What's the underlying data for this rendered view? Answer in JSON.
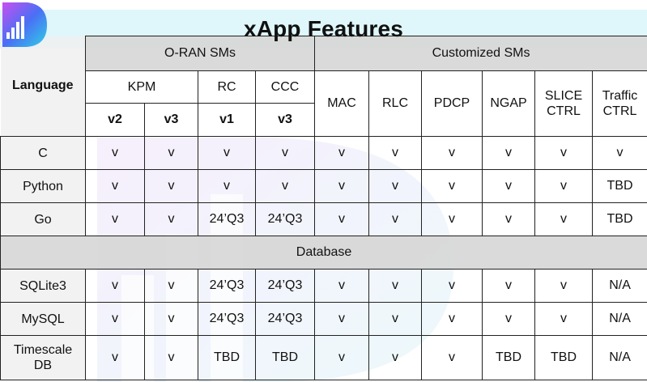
{
  "title": "xApp Features",
  "logo_icon": "signal-bars-logo",
  "colors": {
    "title_band": "#dff6fa",
    "group_header": "#d7d7d7",
    "row_label": "#f0f0f0",
    "border": "#222222",
    "logo": "#3b6df2"
  },
  "header": {
    "language": "Language",
    "oran_sms": "O-RAN SMs",
    "custom_sms": "Customized SMs",
    "kpm": "KPM",
    "rc": "RC",
    "ccc": "CCC",
    "kpm_v2": "v2",
    "kpm_v3": "v3",
    "rc_v1": "v1",
    "ccc_v3": "v3",
    "mac": "MAC",
    "rlc": "RLC",
    "pdcp": "PDCP",
    "ngap": "NGAP",
    "slice_ctrl": [
      "SLICE",
      "CTRL"
    ],
    "traffic_ctrl": [
      "Traffic",
      "CTRL"
    ]
  },
  "language_rows": [
    {
      "name": [
        "C"
      ],
      "values": [
        "v",
        "v",
        "v",
        "v",
        "v",
        "v",
        "v",
        "v",
        "v",
        "v"
      ]
    },
    {
      "name": [
        "Python"
      ],
      "values": [
        "v",
        "v",
        "v",
        "v",
        "v",
        "v",
        "v",
        "v",
        "v",
        "TBD"
      ]
    },
    {
      "name": [
        "Go"
      ],
      "values": [
        "v",
        "v",
        "24’Q3",
        "24’Q3",
        "v",
        "v",
        "v",
        "v",
        "v",
        "TBD"
      ]
    }
  ],
  "database_section": "Database",
  "database_rows": [
    {
      "name": [
        "SQLite3"
      ],
      "values": [
        "v",
        "v",
        "24’Q3",
        "24’Q3",
        "v",
        "v",
        "v",
        "v",
        "v",
        "N/A"
      ]
    },
    {
      "name": [
        "MySQL"
      ],
      "values": [
        "v",
        "v",
        "24’Q3",
        "24’Q3",
        "v",
        "v",
        "v",
        "v",
        "v",
        "N/A"
      ]
    },
    {
      "name": [
        "Timescale",
        "DB"
      ],
      "values": [
        "v",
        "v",
        "TBD",
        "TBD",
        "v",
        "v",
        "v",
        "TBD",
        "TBD",
        "N/A"
      ]
    }
  ]
}
